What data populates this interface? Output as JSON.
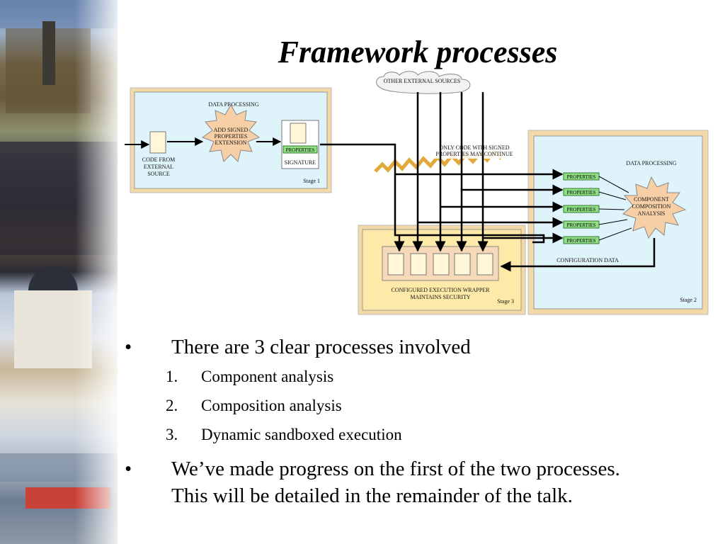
{
  "slide": {
    "title": "Framework processes"
  },
  "diagram": {
    "other_sources": "OTHER EXTERNAL SOURCES",
    "stage1": {
      "header": "DATA PROCESSING",
      "burst": [
        "ADD SIGNED",
        "PROPERTIES",
        "EXTENSION"
      ],
      "source": [
        "CODE FROM",
        "EXTERNAL",
        "SOURCE"
      ],
      "properties": "PROPERTIES",
      "signature": "SIGNATURE",
      "stage": "Stage 1"
    },
    "filter": [
      "ONLY CODE WITH SIGNED",
      "PROPERTIES MAY CONTINUE"
    ],
    "stage2": {
      "header": "DATA PROCESSING",
      "properties": [
        "PROPERTIES",
        "PROPERTIES",
        "PROPERTIES",
        "PROPERTIES",
        "PROPERTIES"
      ],
      "burst": [
        "COMPONENT",
        "COMPOSITION",
        "ANALYSIS"
      ],
      "config": "CONFIGURATION DATA",
      "stage": "Stage 2"
    },
    "stage3": {
      "wrapper": [
        "CONFIGURED EXECUTION WRAPPER",
        "MAINTAINS SECURITY"
      ],
      "stage": "Stage 3"
    },
    "colors": {
      "stage_fill": "#dff3fb",
      "stage_border": "#f3d9a8",
      "stage3_fill": "#fde9a8",
      "burst_fill": "#f7cfa6",
      "prop_fill": "#8fdf84"
    }
  },
  "content": {
    "bullet1": "There are 3 clear processes involved",
    "sub_items": [
      {
        "num": "1.",
        "text": "Component analysis"
      },
      {
        "num": "2.",
        "text": "Composition analysis"
      },
      {
        "num": "3.",
        "text": "Dynamic sandboxed execution"
      }
    ],
    "bullet2_line1": "We’ve made progress on the first of the two processes.",
    "bullet2_line2": "This will be detailed in the remainder of the talk.",
    "bullet_glyph": "•"
  }
}
